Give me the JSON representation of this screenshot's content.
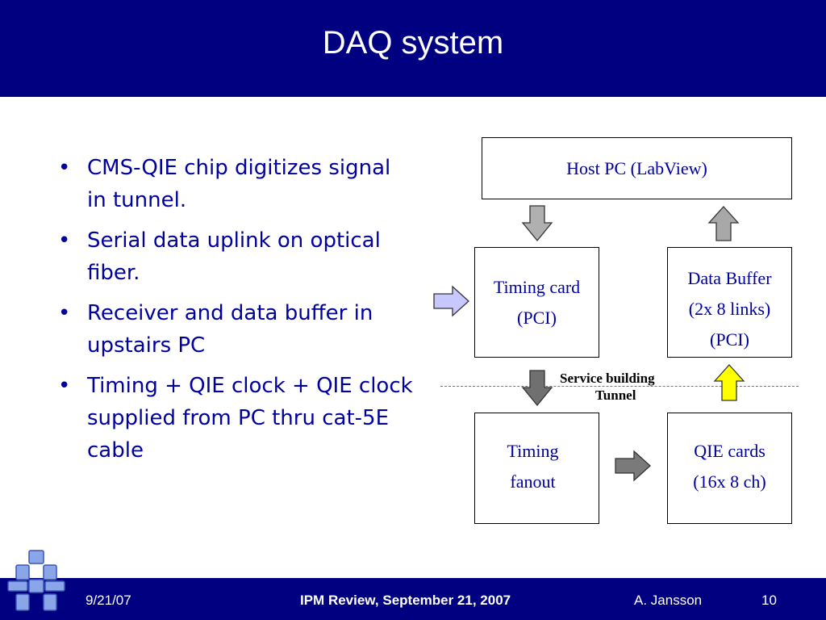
{
  "slide": {
    "title": "DAQ system"
  },
  "bullets": [
    "CMS-QIE chip digitizes signal in tunnel.",
    "Serial data uplink on optical fiber.",
    "Receiver and data buffer in upstairs PC",
    "Timing + QIE clock + QIE clock supplied from PC thru cat-5E cable"
  ],
  "bullet_symbol": "•",
  "diagram": {
    "host_pc": "Host PC (LabView)",
    "timing_card": [
      "Timing card",
      "(PCI)"
    ],
    "data_buffer": [
      "Data Buffer",
      "(2x 8 links)",
      "(PCI)"
    ],
    "timing_fanout": [
      "Timing",
      "fanout"
    ],
    "qie_cards": [
      "QIE cards",
      "(16x 8 ch)"
    ],
    "service_building": "Service building",
    "tunnel": "Tunnel"
  },
  "footer": {
    "date": "9/21/07",
    "event": "IPM Review, September 21, 2007",
    "author": "A. Jansson",
    "page": "10"
  },
  "colors": {
    "navy": "#000080",
    "text_blue": "#00009e",
    "arrow_gray": "#a0a0a0",
    "arrow_dark": "#707070",
    "arrow_light_blue": "#c8c8ff",
    "arrow_yellow": "#ffff00"
  }
}
